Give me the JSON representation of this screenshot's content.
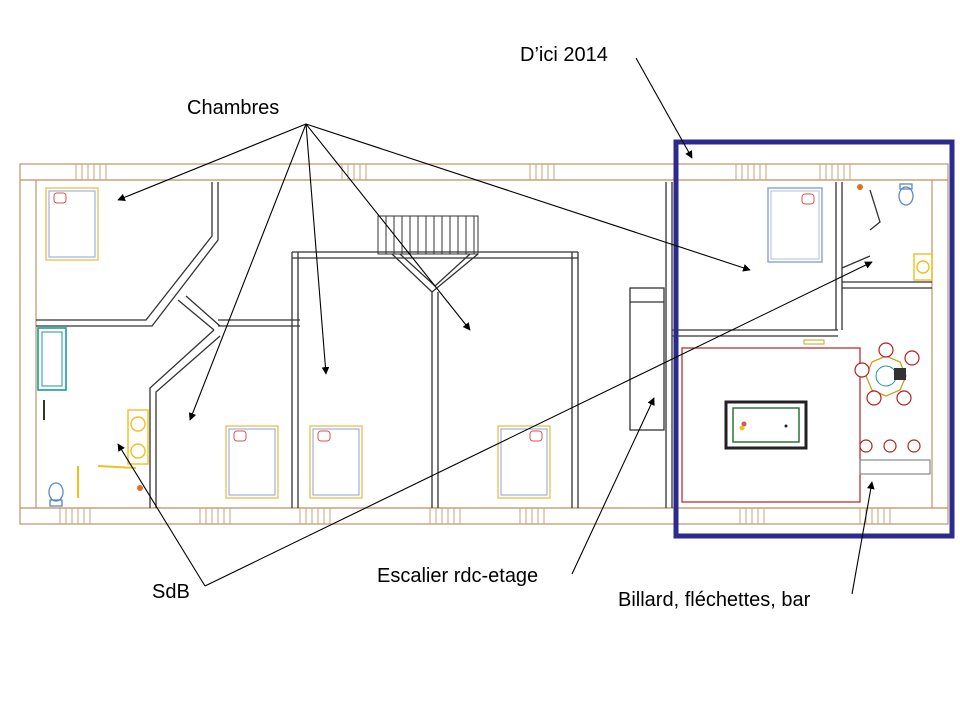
{
  "labels": {
    "chambres": "Chambres",
    "dici": "D’ici 2014",
    "sdb": "SdB",
    "escalier": "Escalier rdc-etage",
    "billard": "Billard, fléchettes, bar"
  },
  "colors": {
    "outline_wall": "#c8a27a",
    "inner_wall": "#333333",
    "highlight_frame": "#2b2b8f",
    "game_room": "#b22222",
    "bed_frame": "#e8c55a",
    "bed_sheet": "#8aa0d8",
    "pillow": "#d9534f",
    "bathtub": "#1a9a9a",
    "fixture": "#f0c020",
    "toilet": "#5b87c8",
    "billiard_felt": "#1a6b2a"
  }
}
